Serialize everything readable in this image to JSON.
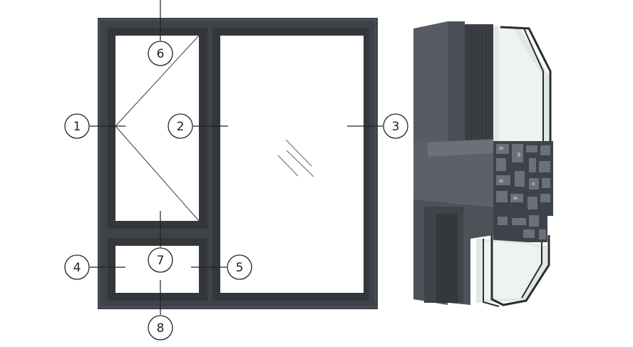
{
  "callouts": [
    {
      "id": "1",
      "label": "1"
    },
    {
      "id": "2",
      "label": "2"
    },
    {
      "id": "3",
      "label": "3"
    },
    {
      "id": "4",
      "label": "4"
    },
    {
      "id": "5",
      "label": "5"
    },
    {
      "id": "6",
      "label": "6"
    },
    {
      "id": "7",
      "label": "7"
    },
    {
      "id": "8",
      "label": "8"
    }
  ],
  "colors": {
    "frame": "#3e4349",
    "frame_dark": "#33373c",
    "glass": "#ffffff",
    "leader": "#222222",
    "profile_light": "#6b7178",
    "profile_mid": "#4d5258",
    "profile_dark": "#2f3337",
    "glass_tint": "#dfe8e6"
  }
}
